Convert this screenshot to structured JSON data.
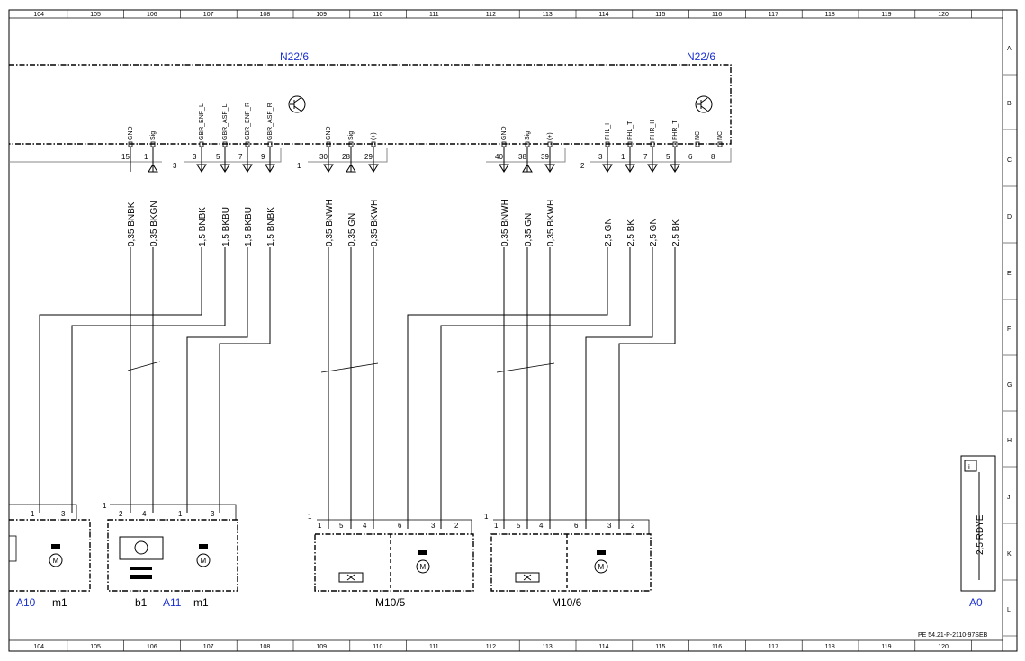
{
  "grid": {
    "columns": [
      "104",
      "105",
      "106",
      "107",
      "108",
      "109",
      "110",
      "111",
      "112",
      "113",
      "114",
      "115",
      "116",
      "117",
      "118",
      "119",
      "120"
    ],
    "rows": [
      "A",
      "B",
      "C",
      "D",
      "E",
      "F",
      "G",
      "H",
      "J",
      "K",
      "L"
    ]
  },
  "control_unit": {
    "name_left": "N22/6",
    "name_right": "N22/6",
    "connector_labels": [
      "3",
      "1",
      "2"
    ],
    "signals": [
      "GND",
      "Sig",
      "GBR_ENF_L",
      "GBR_ASF_L",
      "GBR_ENF_R",
      "GBR_ASF_R",
      "GND",
      "Sig",
      "(+)",
      "GND",
      "Sig",
      "(+)",
      "FHL_H",
      "FHL_T",
      "FHR_H",
      "FHR_T",
      "NC",
      "NC"
    ],
    "pins": [
      "15",
      "1",
      "3",
      "5",
      "7",
      "9",
      "30",
      "28",
      "29",
      "40",
      "38",
      "39",
      "3",
      "1",
      "7",
      "5",
      "6",
      "8"
    ]
  },
  "wires": [
    "0,35 BNBK",
    "0,35 BKGN",
    "1,5 BNBK",
    "1,5 BKBU",
    "1,5 BKBU",
    "1,5 BNBK",
    "0,35 BNWH",
    "0,35 GN",
    "0,35 BKWH",
    "0,35 BNWH",
    "0,35 GN",
    "0,35 BKWH",
    "2,5 GN",
    "2,5 BK",
    "2,5 GN",
    "2,5 BK"
  ],
  "components": {
    "a10": {
      "label": "A10",
      "sub": "m1",
      "pins": [
        "1",
        "3"
      ]
    },
    "a11": {
      "label": "A11",
      "sub1": "b1",
      "sub2": "m1",
      "conn": "1",
      "pins": [
        "2",
        "4",
        "1",
        "3"
      ]
    },
    "m10_5": {
      "label": "M10/5",
      "conn": "1",
      "pins": [
        "1",
        "5",
        "4",
        "6",
        "3",
        "2"
      ]
    },
    "m10_6": {
      "label": "M10/6",
      "conn": "1",
      "pins": [
        "1",
        "5",
        "4",
        "6",
        "3",
        "2"
      ]
    },
    "a0": {
      "label": "A0",
      "wire": "2,5 RDYE",
      "info_icon": "i"
    }
  },
  "footer": {
    "doc_ref": "PE 54.21-P-2110-97SEB"
  },
  "icons": [
    "transistor-icon",
    "motor-icon",
    "info-icon",
    "shield-icon"
  ],
  "colors": {
    "designation": "#1a2fd1",
    "line": "#000000"
  }
}
